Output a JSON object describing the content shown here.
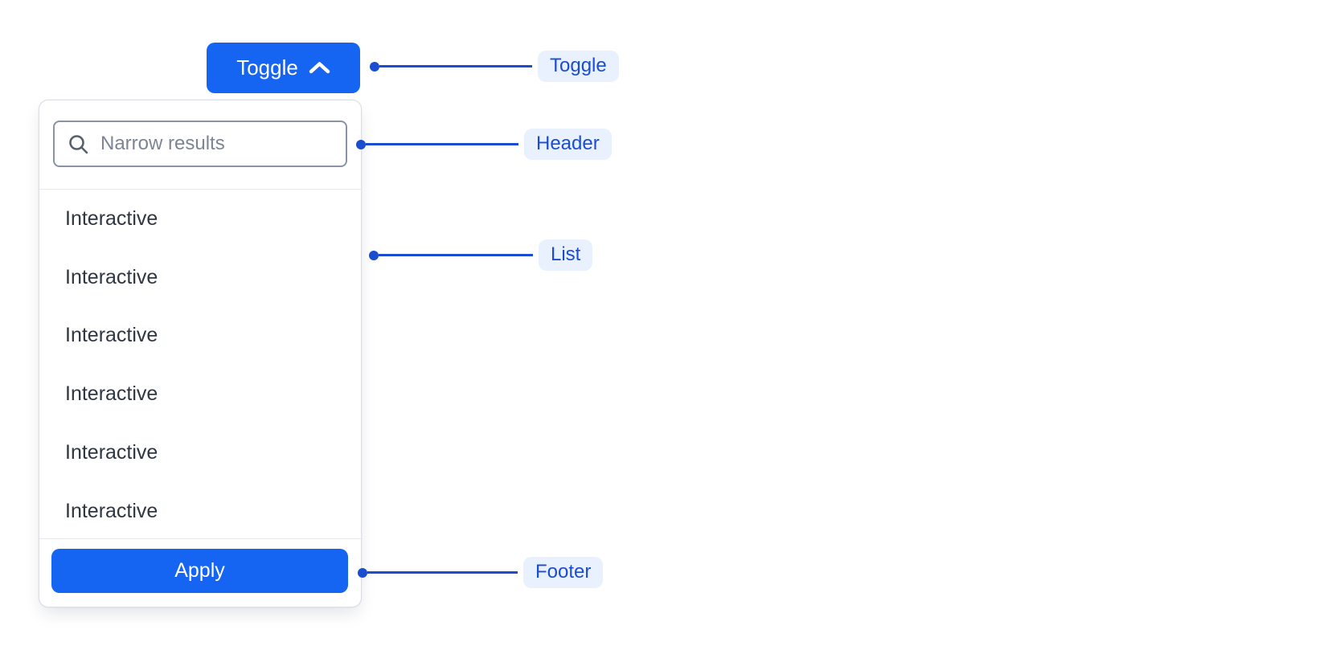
{
  "colors": {
    "primary_blue": "#1565F2",
    "annotation_blue": "#1B4DD1",
    "annotation_pill_bg": "#E9F0FE",
    "panel_border": "#DCDFE4",
    "input_border": "#8993A4",
    "placeholder_gray": "#7D8594",
    "item_text": "#2E3642",
    "divider": "#E6E8EC"
  },
  "toggle_button": {
    "label": "Toggle",
    "icon": "chevron-up-icon"
  },
  "dropdown": {
    "search": {
      "placeholder": "Narrow results",
      "value": "",
      "icon": "search-icon"
    },
    "list": {
      "items": [
        "Interactive",
        "Interactive",
        "Interactive",
        "Interactive",
        "Interactive",
        "Interactive"
      ]
    },
    "footer": {
      "apply_label": "Apply"
    }
  },
  "annotations": {
    "toggle": {
      "label": "Toggle"
    },
    "header": {
      "label": "Header"
    },
    "list": {
      "label": "List"
    },
    "footer": {
      "label": "Footer"
    }
  }
}
